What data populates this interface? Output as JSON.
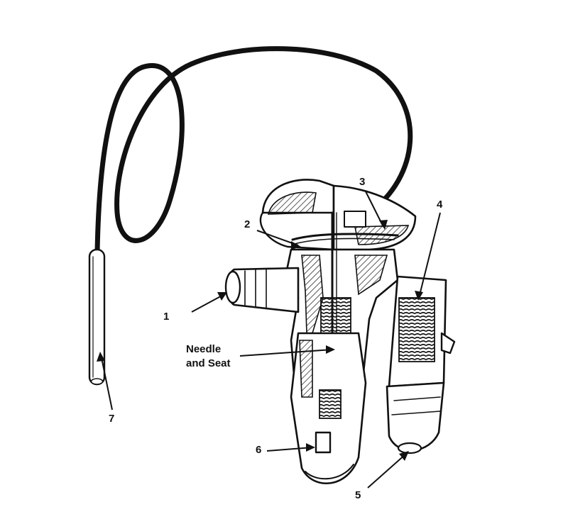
{
  "labels": {
    "inlet": "1",
    "diaphragm": "2",
    "power_head": "3",
    "spring": "4",
    "outlet": "5",
    "adjuster": "6",
    "bulb": "7",
    "needle_seat_line1": "Needle",
    "needle_seat_line2": "and Seat"
  }
}
